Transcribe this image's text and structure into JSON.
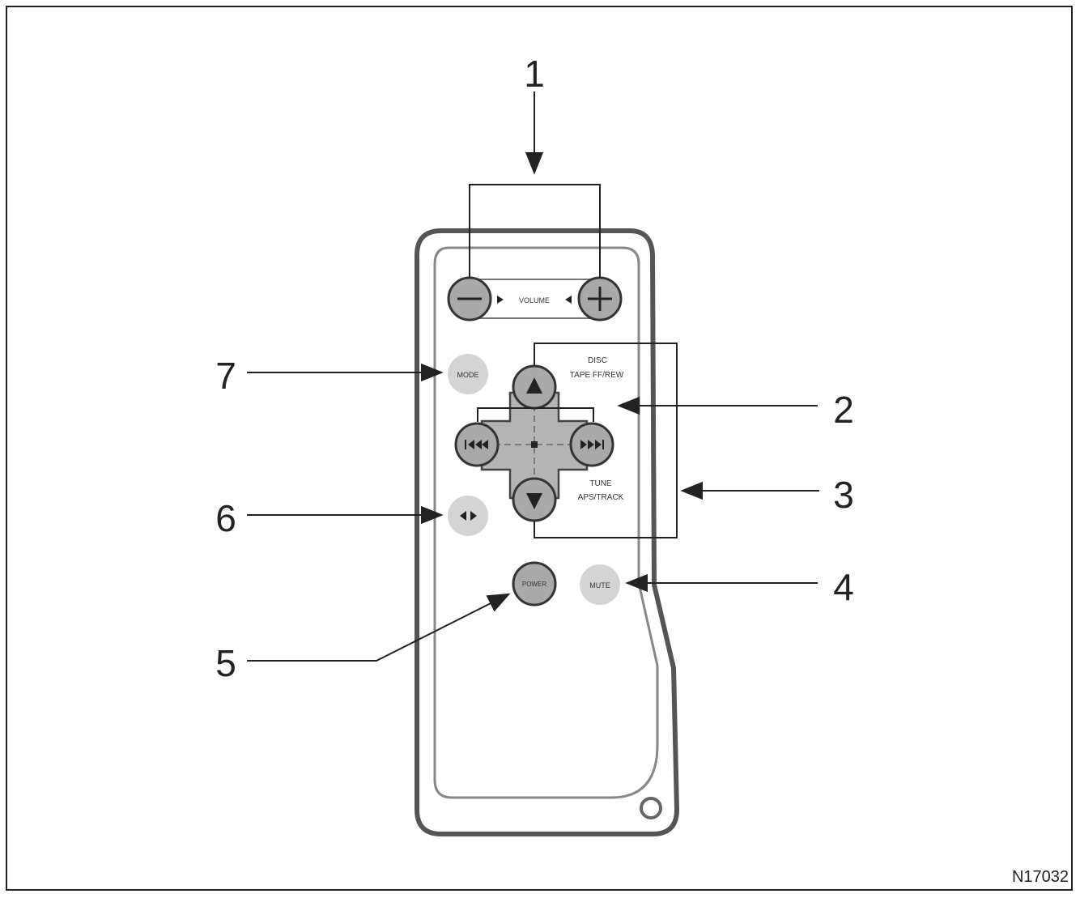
{
  "figure_id": "N17032",
  "callouts": {
    "c1": "1",
    "c2": "2",
    "c3": "3",
    "c4": "4",
    "c5": "5",
    "c6": "6",
    "c7": "7"
  },
  "remote": {
    "volume_label": "VOLUME",
    "disc_label": "DISC",
    "tape_label": "TAPE FF/REW",
    "tune_label": "TUNE",
    "track_label": "APS/TRACK",
    "mode_label": "MODE",
    "power_label": "POWER",
    "mute_label": "MUTE"
  },
  "icons": {
    "vol_minus": "minus-icon",
    "vol_plus": "plus-icon",
    "up": "triangle-up-icon",
    "down": "triangle-down-icon",
    "prev": "skip-back-icon",
    "next": "skip-forward-icon",
    "toggle": "left-right-arrows-icon"
  },
  "colors": {
    "line": "#222222",
    "button_dark": "#a9a9a9",
    "button_light": "#cfcfcf",
    "pad": "#b4b4b4"
  }
}
